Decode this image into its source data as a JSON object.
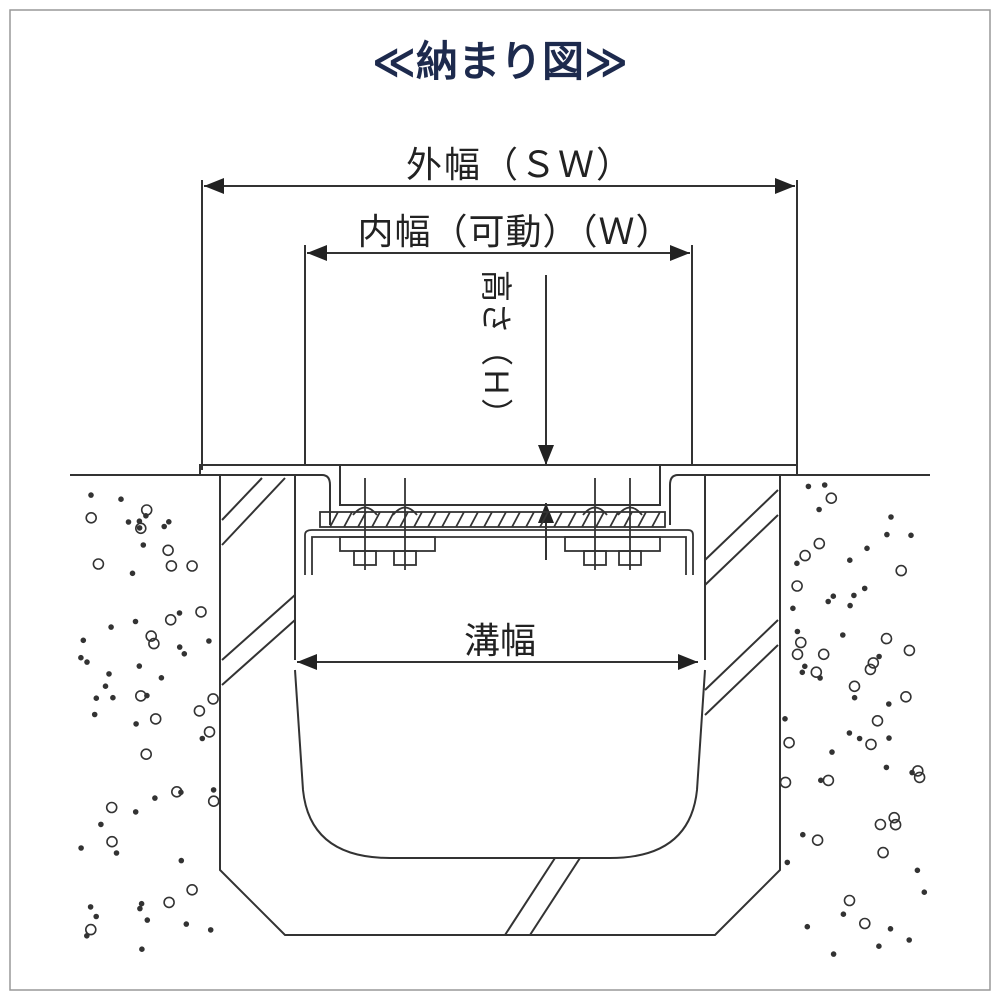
{
  "title": "≪納まり図≫",
  "dimensions": {
    "outer_width": "外幅（ＳＷ）",
    "inner_width": "内幅（可動）（Ｗ）",
    "height": "高さ（Ｈ）",
    "trench_width": "溝幅"
  },
  "colors": {
    "title": "#1d2a4d",
    "line": "#333333",
    "frame": "#999999"
  }
}
